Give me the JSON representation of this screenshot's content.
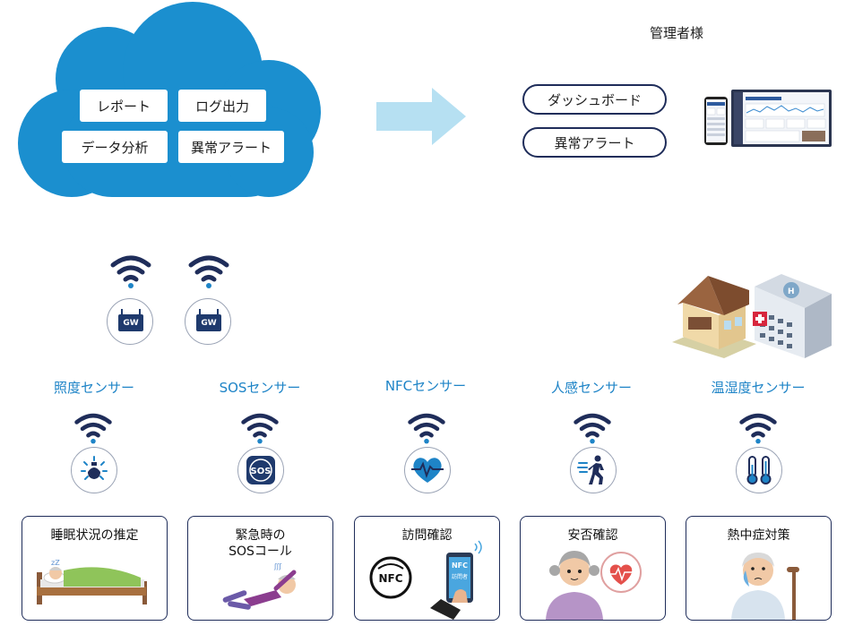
{
  "cloud": {
    "buttons": [
      "レポート",
      "ログ出力",
      "データ分析",
      "異常アラート"
    ],
    "color": "#1b8fcf"
  },
  "admin": {
    "title": "管理者様",
    "buttons": [
      "ダッシュボード",
      "異常アラート"
    ]
  },
  "gateways": [
    "GW",
    "GW"
  ],
  "sensors": [
    {
      "label": "照度センサー",
      "icon": "lightbulb-icon"
    },
    {
      "label": "SOSセンサー",
      "icon": "sos-icon"
    },
    {
      "label": "NFCセンサー",
      "icon": "heart-pulse-icon"
    },
    {
      "label": "人感センサー",
      "icon": "walking-person-icon"
    },
    {
      "label": "温湿度センサー",
      "icon": "thermometer-icon"
    }
  ],
  "use_cases": [
    {
      "title": "睡眠状況の推定"
    },
    {
      "title_line1": "緊急時の",
      "title_line2": "SOSコール"
    },
    {
      "title": "訪問確認",
      "nfc_badge": "NFC",
      "phone_badge": "NFC",
      "phone_sub": "訪問者"
    },
    {
      "title": "安否確認"
    },
    {
      "title": "熱中症対策"
    }
  ],
  "colors": {
    "accent": "#1e84c7",
    "navy": "#1f2d5a",
    "arrow": "#b6e0f2"
  }
}
